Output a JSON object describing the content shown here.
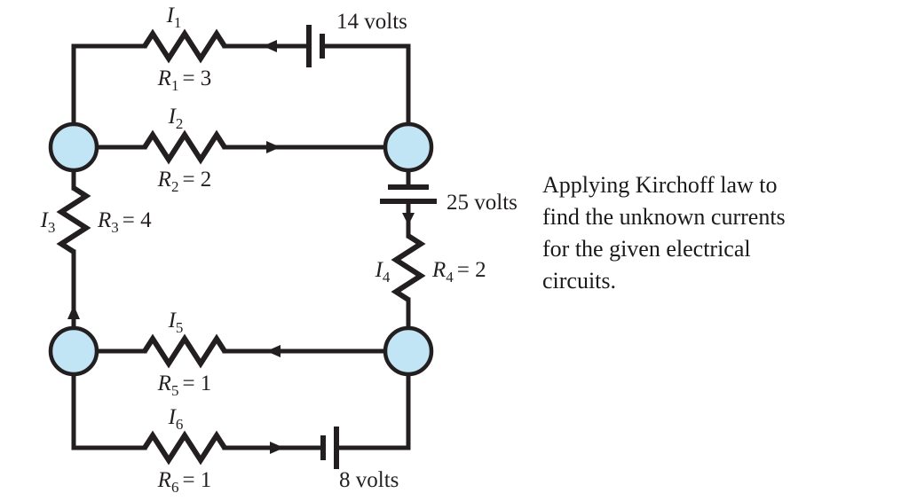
{
  "figure": {
    "title": "kirchhoff-circuit-diagram",
    "node_color": "#c2e5f5",
    "wire_color": "#231f20",
    "background": "#ffffff"
  },
  "branches": [
    {
      "id": "branch-1",
      "current_label": "I",
      "current_sub": "1",
      "resistor_label": "R",
      "resistor_sub": "1",
      "resistor_value": "= 3",
      "current_direction": "left",
      "source_label": "14 volts",
      "source_value": 14
    },
    {
      "id": "branch-2",
      "current_label": "I",
      "current_sub": "2",
      "resistor_label": "R",
      "resistor_sub": "2",
      "resistor_value": "= 2",
      "current_direction": "right"
    },
    {
      "id": "branch-3",
      "current_label": "I",
      "current_sub": "3",
      "resistor_label": "R",
      "resistor_sub": "3",
      "resistor_value": "= 4",
      "current_direction": "up"
    },
    {
      "id": "branch-4",
      "current_label": "I",
      "current_sub": "4",
      "resistor_label": "R",
      "resistor_sub": "4",
      "resistor_value": "= 2",
      "current_direction": "down",
      "source_label": "25 volts",
      "source_value": 25
    },
    {
      "id": "branch-5",
      "current_label": "I",
      "current_sub": "5",
      "resistor_label": "R",
      "resistor_sub": "5",
      "resistor_value": "= 1",
      "current_direction": "left"
    },
    {
      "id": "branch-6",
      "current_label": "I",
      "current_sub": "6",
      "resistor_label": "R",
      "resistor_sub": "6",
      "resistor_value": "= 1",
      "current_direction": "right",
      "source_label": "8 volts",
      "source_value": 8
    }
  ],
  "caption": {
    "lines": [
      "Applying Kirchoff law to",
      "find the unknown currents",
      "for the given electrical",
      "circuits."
    ]
  }
}
